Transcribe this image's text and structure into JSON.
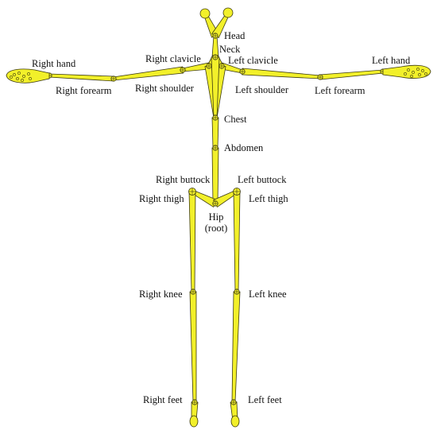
{
  "colors": {
    "bone_fill": "#f2f02a",
    "bone_stroke": "#3c3a10",
    "background": "#ffffff",
    "text": "#111111"
  },
  "labels": {
    "head": "Head",
    "neck": "Neck",
    "right_clavicle": "Right clavicle",
    "left_clavicle": "Left clavicle",
    "right_hand": "Right hand",
    "left_hand": "Left hand",
    "right_forearm": "Right forearm",
    "left_forearm": "Left forearm",
    "right_shoulder": "Right shoulder",
    "left_shoulder": "Left shoulder",
    "chest": "Chest",
    "abdomen": "Abdomen",
    "right_buttock": "Right buttock",
    "left_buttock": "Left buttock",
    "right_thigh": "Right thigh",
    "left_thigh": "Left thigh",
    "hip_line1": "Hip",
    "hip_line2": "(root)",
    "right_knee": "Right knee",
    "left_knee": "Left knee",
    "right_feet": "Right feet",
    "left_feet": "Left feet"
  }
}
